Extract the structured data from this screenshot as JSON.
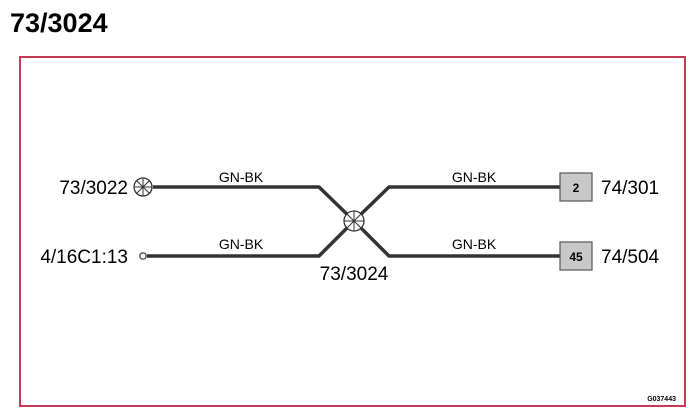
{
  "title": "73/3024",
  "figure_ref": "G037443",
  "colors": {
    "frame": "#c33a55",
    "wire": "#333333",
    "pin_box_fill": "#c8c8c8",
    "pin_box_stroke": "#555555"
  },
  "splice": {
    "label": "73/3024",
    "icon": "splice-connector-icon"
  },
  "left_nodes": [
    {
      "label": "73/3022",
      "icon": "ground-connector-icon"
    },
    {
      "label": "4/16C1:13",
      "icon": "open-terminal-icon"
    }
  ],
  "right_nodes": [
    {
      "label": "74/301",
      "pin": "2"
    },
    {
      "label": "74/504",
      "pin": "45"
    }
  ],
  "wires": [
    {
      "color": "GN-BK"
    },
    {
      "color": "GN-BK"
    },
    {
      "color": "GN-BK"
    },
    {
      "color": "GN-BK"
    }
  ]
}
